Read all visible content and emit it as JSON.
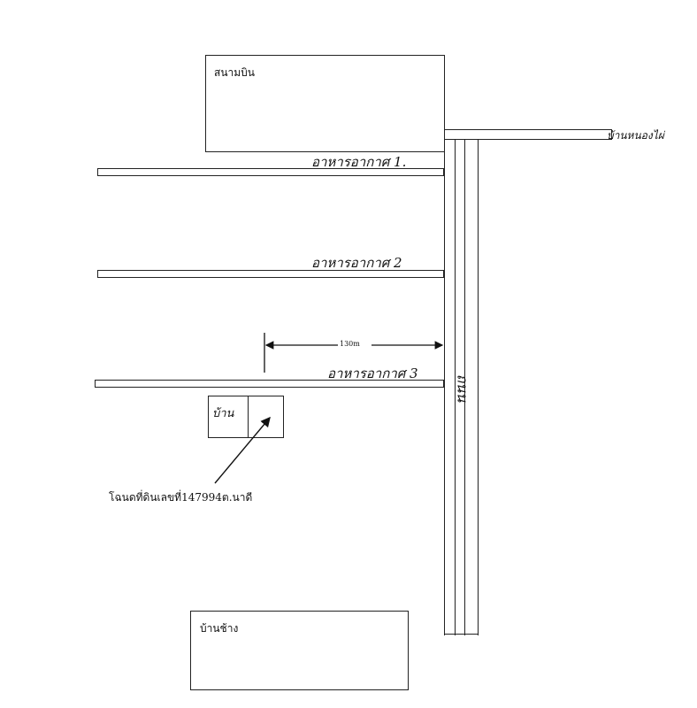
{
  "labels": {
    "airport": "สนามบิน",
    "village_nongphai": "บ้านหนองไผ่",
    "building1": "อาหารอากาศ 1.",
    "building2": "อาหารอากาศ 2",
    "building3": "อาหารอากาศ 3",
    "distance": "130m",
    "house": "บ้าน",
    "plot_note": "โฉนดที่ดินเลขที่147994ต.นาดี",
    "vertical_road": "ถนน",
    "village_chang": "บ้านช้าง"
  }
}
